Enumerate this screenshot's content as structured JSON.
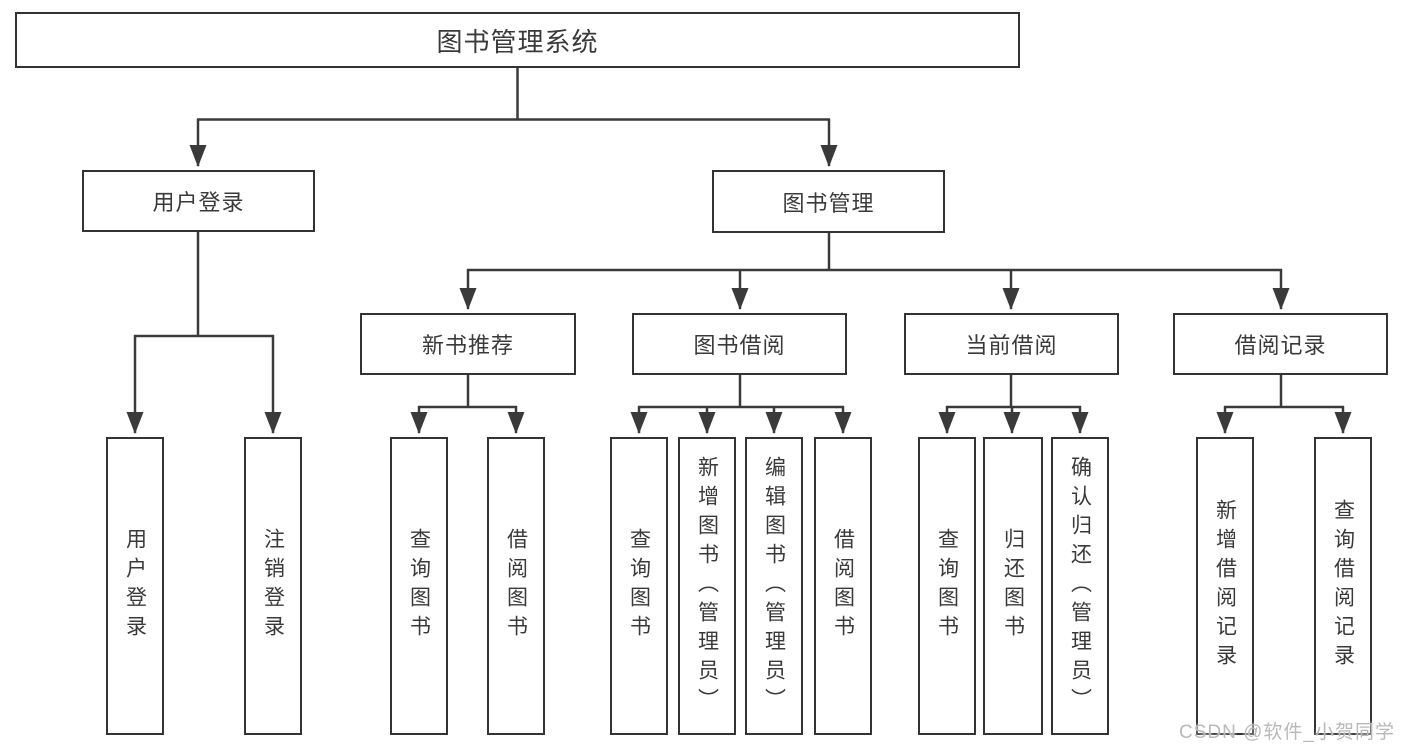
{
  "diagram": {
    "root": {
      "label": "图书管理系统"
    },
    "branches": [
      {
        "label": "用户登录",
        "children": [
          {
            "label": "用户登录"
          },
          {
            "label": "注销登录"
          }
        ]
      },
      {
        "label": "图书管理",
        "children": [
          {
            "label": "新书推荐",
            "children": [
              {
                "label": "查询图书"
              },
              {
                "label": "借阅图书"
              }
            ]
          },
          {
            "label": "图书借阅",
            "children": [
              {
                "label": "查询图书"
              },
              {
                "label": "新增图书（管理员）"
              },
              {
                "label": "编辑图书（管理员）"
              },
              {
                "label": "借阅图书"
              }
            ]
          },
          {
            "label": "当前借阅",
            "children": [
              {
                "label": "查询图书"
              },
              {
                "label": "归还图书"
              },
              {
                "label": "确认归还（管理员）"
              }
            ]
          },
          {
            "label": "借阅记录",
            "children": [
              {
                "label": "新增借阅记录"
              },
              {
                "label": "查询借阅记录"
              }
            ]
          }
        ]
      }
    ],
    "watermark": "CSDN @软件_小贺同学",
    "colors": {
      "line": "#3a3a3a",
      "box_border": "#333333",
      "text": "#3a3a3a",
      "background": "#ffffff",
      "watermark": "#b9b9b9"
    }
  }
}
